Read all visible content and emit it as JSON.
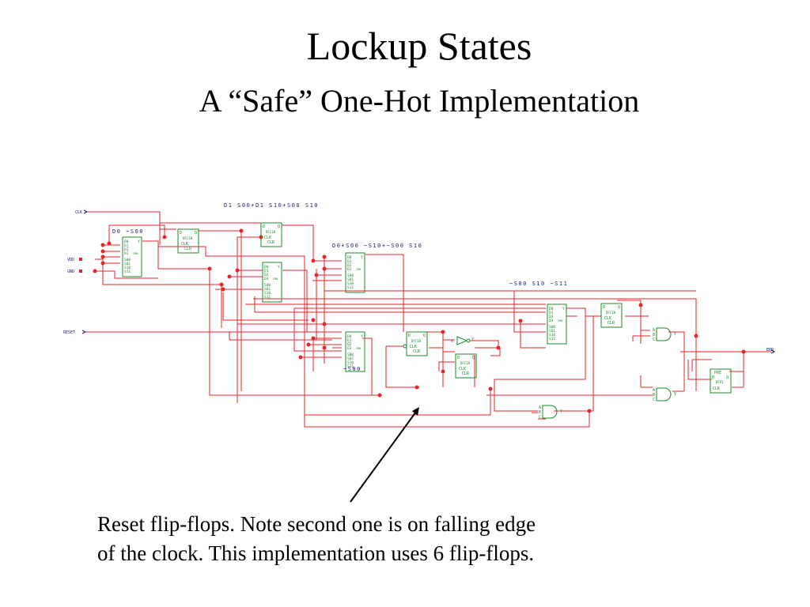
{
  "title": "Lockup States",
  "subtitle": "A “Safe” One-Hot Implementation",
  "note_line1": "Reset flip-flops.  Note second one is on falling edge",
  "note_line2": "of the clock.  This implementation uses 6 flip-flops.",
  "colors": {
    "wire": "#e8232a",
    "component": "#1a8a2a",
    "text": "#000000",
    "port": "#1a1a7a"
  },
  "ports": {
    "clk": "CLK",
    "vdd": "VDD",
    "gnd": "GND",
    "reset": "RESET",
    "err": "ERR"
  },
  "expressions": {
    "d1": "D1 S00+D1 S10+S00 S10",
    "d0_not_s00": "D0 ~S00",
    "d0_expr": "D0+S00 ~S10+~S00 S10",
    "s00_s10_s11": "~S00 S10 ~S11",
    "not_s00": "~S00"
  },
  "components": {
    "dff_label": "DFC1B",
    "dff_pins": [
      "D",
      "Q",
      "CLK",
      "CLR"
    ],
    "dff_pre_label": "DFP1",
    "dff_pre_pins": [
      "PRE",
      "D",
      "Q",
      "CLK"
    ],
    "mux_label": "CM8",
    "mux_pins": [
      "D0",
      "D1",
      "D2",
      "D3",
      "S00",
      "S01",
      "S10",
      "S11"
    ],
    "mux_out": "Y",
    "gate_pins": [
      "A",
      "B",
      "C",
      "Y"
    ]
  }
}
